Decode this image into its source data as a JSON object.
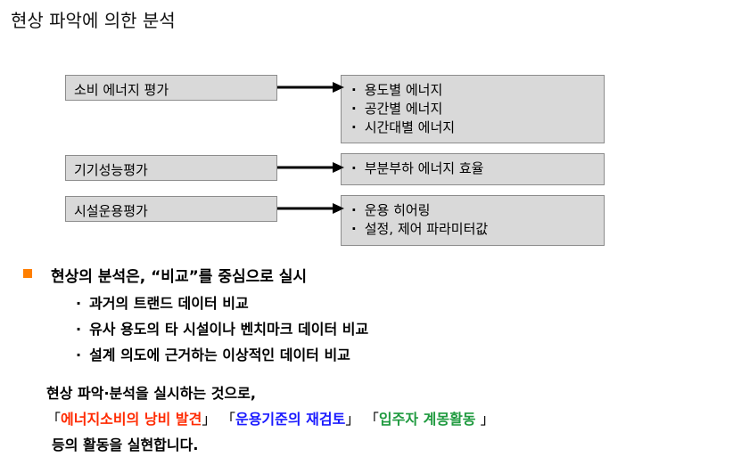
{
  "title": "현상 파악에 의한 분석",
  "rows": [
    {
      "label": "소비 에너지 평가",
      "items": [
        "용도별 에너지",
        "공간별 에너지",
        "시간대별 에너지"
      ]
    },
    {
      "label": "기기성능평가",
      "items": [
        "부분부하 에너지 효율"
      ]
    },
    {
      "label": "시설운용평가",
      "items": [
        "운용 히어링",
        "설정, 제어 파라미터값"
      ]
    }
  ],
  "analysis": {
    "main": "현상의 분석은, “비교”를 중심으로 실시",
    "items": [
      "과거의 트랜드 데이터 비교",
      "유사 용도의 타 시설이나 벤치마크 데이터 비교",
      "설계 의도에 근거하는 이상적인 데이터 비교"
    ]
  },
  "conclusion": {
    "line1": "현상 파악·분석을 실시하는 것으로,",
    "open_bracket": "「",
    "close_bracket": "」",
    "close_bracket_3": " 」",
    "highlight1": "에너지소비의 낭비 발견",
    "highlight2": "운용기준의 재검토",
    "highlight3": "입주자 계몽활동",
    "line3": "등의 활동을 실현합니다."
  },
  "colors": {
    "bullet": "#ff7f00",
    "highlight1": "#ff2a00",
    "highlight2": "#1a1aff",
    "highlight3": "#1f9a3f",
    "box_fill": "#d9d9d9"
  }
}
